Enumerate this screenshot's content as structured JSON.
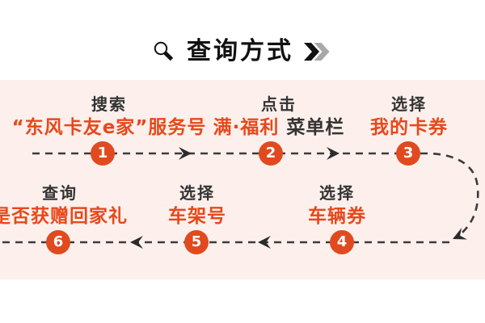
{
  "title": {
    "text": "查询方式",
    "left_icon": "magnifier-icon",
    "right_icon": "double-chevron-icon"
  },
  "theme": {
    "band_bg": "#fdf0ec",
    "circle_orange": "#e04a1e",
    "text_orange": "#e8481b",
    "label_dark": "#333333",
    "dash_color": "#3b3b3b",
    "chevron_gray": "#a8a8a8",
    "title_black": "#111111"
  },
  "steps": [
    {
      "num": "1",
      "action": "搜索",
      "target": "“东风卡友e家”服务号",
      "target_suffix": ""
    },
    {
      "num": "2",
      "action": "点击",
      "target": "满·福利",
      "target_suffix": " 菜单栏"
    },
    {
      "num": "3",
      "action": "选择",
      "target": "我的卡券",
      "target_suffix": ""
    },
    {
      "num": "4",
      "action": "选择",
      "target": "车辆券",
      "target_suffix": ""
    },
    {
      "num": "5",
      "action": "选择",
      "target": "车架号",
      "target_suffix": ""
    },
    {
      "num": "6",
      "action": "查询",
      "target": "是否获赠回家礼",
      "target_suffix": ""
    }
  ]
}
